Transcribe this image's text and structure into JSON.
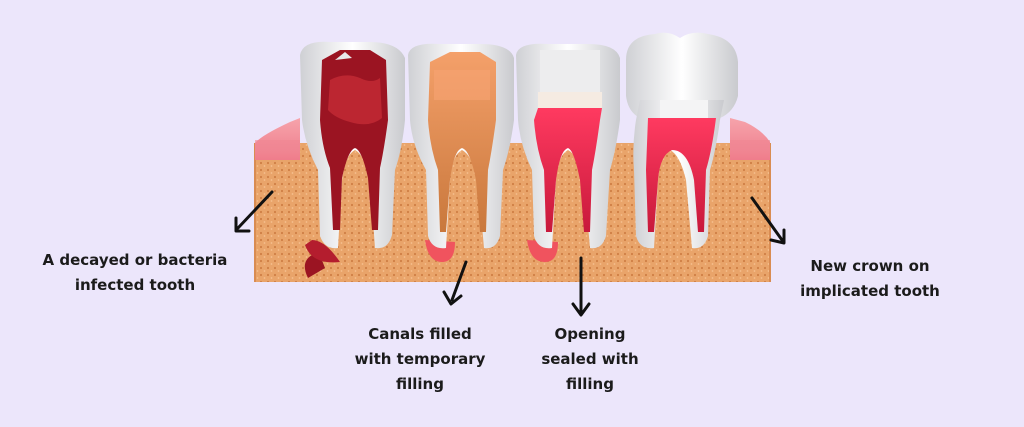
{
  "colors": {
    "background": "#ece6fb",
    "bone": "#e8a469",
    "gum": "#e9374f",
    "infection": "#9b1422",
    "temp_filling": "#f08a45",
    "enamel": "#f2f2f4",
    "label_text": "#1b1b1b"
  },
  "stages": [
    {
      "id": "decayed",
      "label": "A decayed or bacteria\ninfected tooth"
    },
    {
      "id": "canals",
      "label": "Canals filled\nwith temporary\nfilling"
    },
    {
      "id": "opening",
      "label": "Opening\nsealed with\nfilling"
    },
    {
      "id": "crown",
      "label": "New crown on\nimplicated tooth"
    }
  ]
}
